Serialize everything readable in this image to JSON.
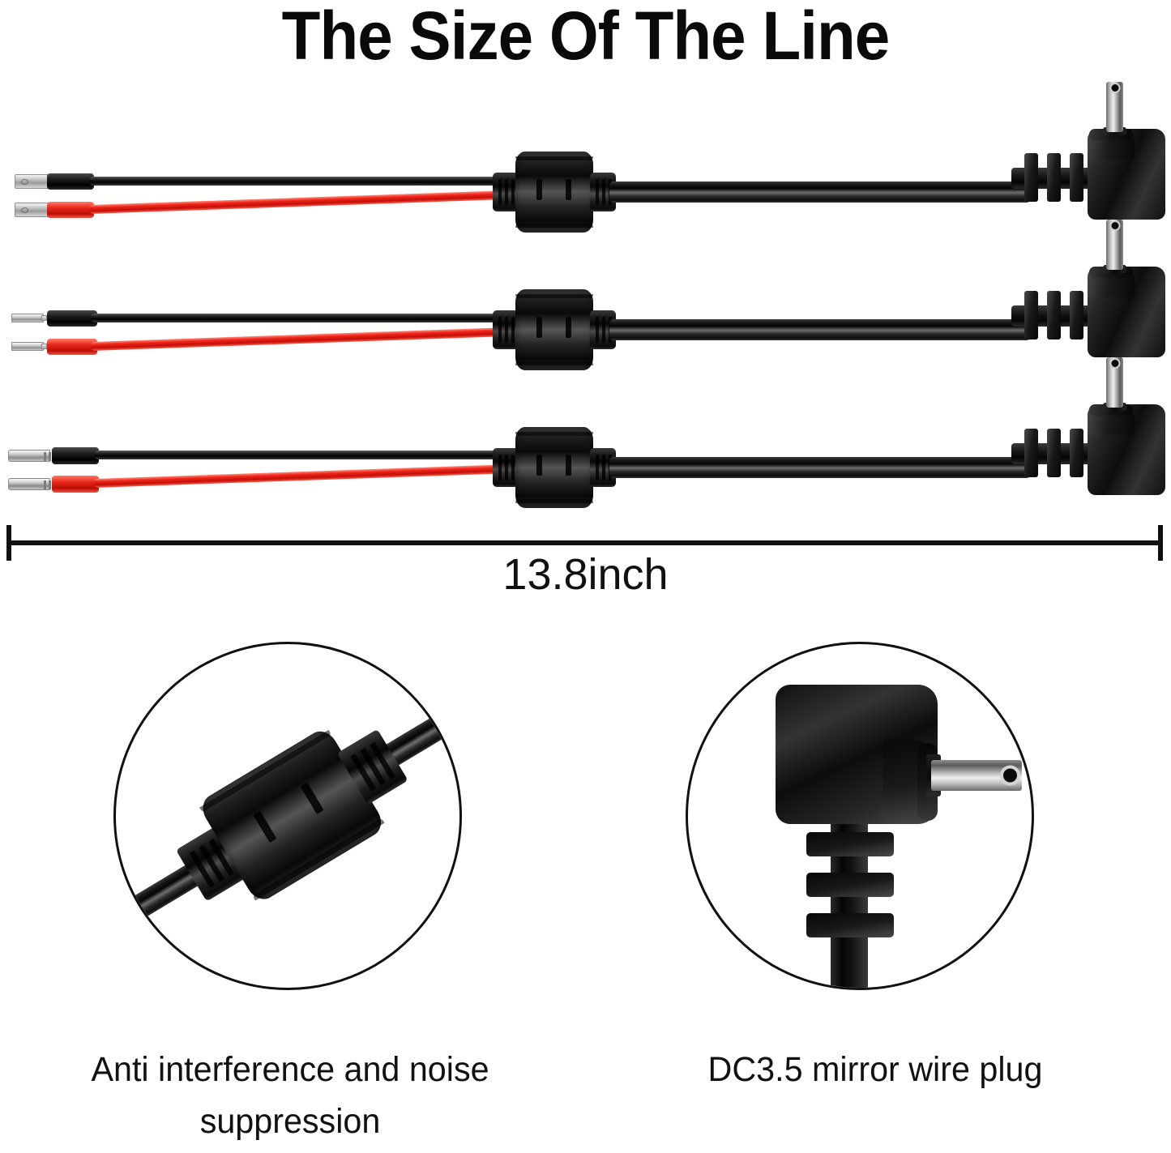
{
  "title": "The Size Of The Line",
  "dimension": {
    "label": "13.8inch",
    "tick_left": "dimension-tick-left",
    "tick_right": "dimension-tick-right"
  },
  "cables": [
    {
      "index": 1,
      "terminal_type": "spade-lug",
      "wires": [
        {
          "color_name": "black",
          "color": "#0d0d0d"
        },
        {
          "color_name": "red",
          "color": "#e8271a"
        }
      ],
      "has_ferrite": true,
      "connector": "right-angle-dc-plug"
    },
    {
      "index": 2,
      "terminal_type": "flat-pin",
      "wires": [
        {
          "color_name": "black",
          "color": "#0d0d0d"
        },
        {
          "color_name": "red",
          "color": "#e8271a"
        }
      ],
      "has_ferrite": true,
      "connector": "right-angle-dc-plug"
    },
    {
      "index": 3,
      "terminal_type": "bullet-pin",
      "wires": [
        {
          "color_name": "black",
          "color": "#0d0d0d"
        },
        {
          "color_name": "red",
          "color": "#e8271a"
        }
      ],
      "has_ferrite": true,
      "connector": "right-angle-dc-plug"
    }
  ],
  "details": [
    {
      "id": "ferrite",
      "caption": "Anti interference and noise suppression",
      "subject": "ferrite-core-bead"
    },
    {
      "id": "plug",
      "caption": "DC3.5 mirror wire plug",
      "subject": "right-angle-dc-plug"
    }
  ],
  "colors": {
    "background": "#ffffff",
    "ink": "#111111",
    "wire_black": "#0d0d0d",
    "wire_red": "#e8271a",
    "metal": "#c9c9c9"
  }
}
